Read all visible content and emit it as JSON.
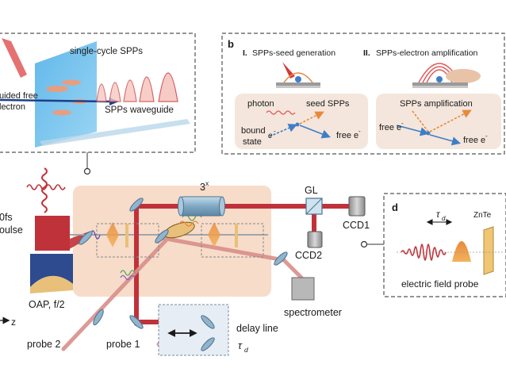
{
  "panel_a": {
    "title": "single-cycle SPPs",
    "guided_free": "uided free",
    "electron": "lectron",
    "waveguide": "SPPs waveguide"
  },
  "panel_b": {
    "letter": "b",
    "part1_numeral": "I.",
    "part1_title": "SPPs-seed generation",
    "part2_numeral": "II.",
    "part2_title": "SPPs-electron amplification",
    "photon": "photon",
    "seed_spps": "seed SPPs",
    "bound": "bound",
    "state": "state",
    "e_left": "e",
    "free_e_1": "free e",
    "spps_amplification": "SPPs amplification",
    "free_e_2": "free e",
    "free_e_3": "free e",
    "minus": "-"
  },
  "setup": {
    "pulse_time": "0fs",
    "pulse": "oulse",
    "oap": "OAP, f/2",
    "z_axis": "z",
    "three_x": "3",
    "three_x_sup": "x",
    "gl": "GL",
    "ccd1": "CCD1",
    "ccd2": "CCD2",
    "spectrometer": "spectrometer",
    "probe1": "probe 1",
    "probe2": "probe 2",
    "delay_line": "delay line",
    "tau": "τ",
    "tau_sub": "d"
  },
  "panel_d": {
    "letter": "d",
    "tau": "τ",
    "tau_sub": "d",
    "znte": "ZnTe",
    "caption": "electric field probe"
  },
  "colors": {
    "beam": "#c0323a",
    "probe": "#d98f8a",
    "table": "#f7dcc9",
    "optic": "#8fb4cc",
    "seed_orange": "#e8893a",
    "electron_blue": "#3f7ec7",
    "oap_blue": "#2d4b8e"
  }
}
